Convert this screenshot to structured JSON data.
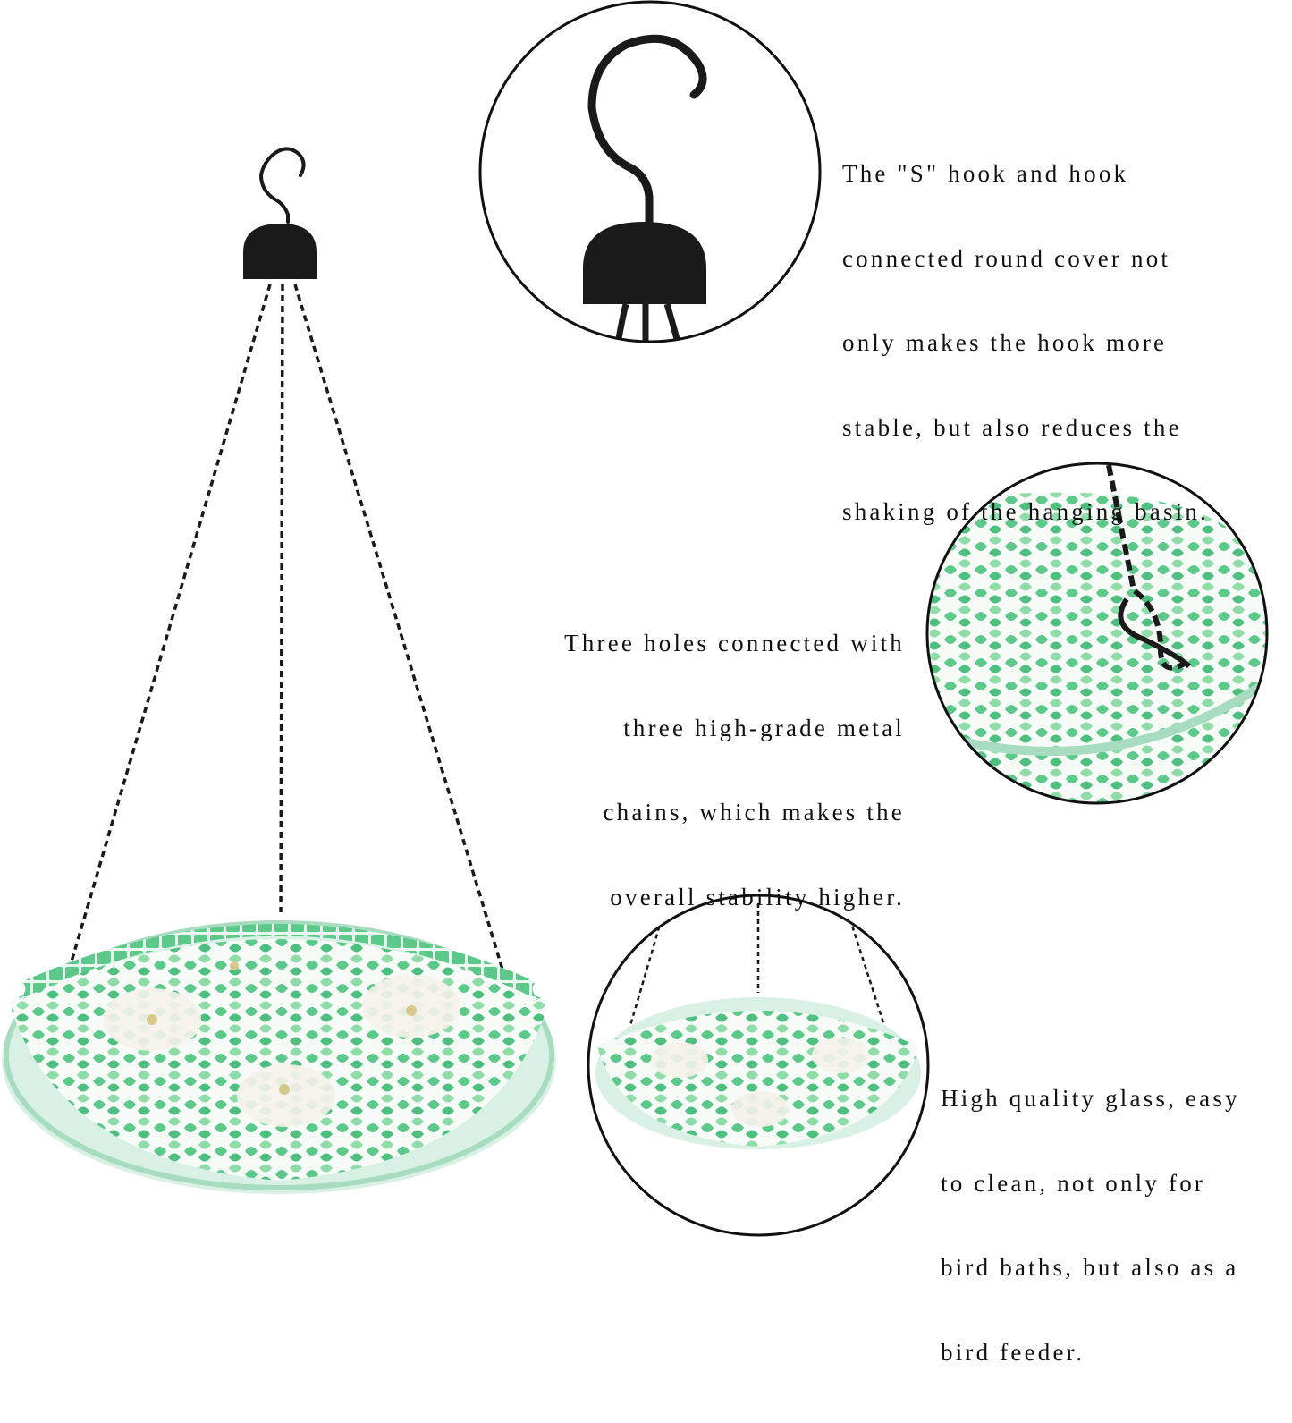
{
  "product": {
    "name": "Hanging mosaic glass bird bath",
    "colors": {
      "leaf_green": "#5cc98a",
      "leaf_light": "#a9e3b8",
      "glass_rim": "#cfeee0",
      "hardware": "#1a1a1a",
      "background": "#ffffff",
      "text": "#111111"
    }
  },
  "callouts": [
    {
      "id": "hook-cover",
      "lines": [
        "The \"S\" hook and hook",
        "connected round cover not",
        "only makes the hook more",
        "stable, but also reduces the",
        "shaking of the hanging basin."
      ]
    },
    {
      "id": "three-chains",
      "lines": [
        "Three holes connected with",
        "three high-grade metal",
        "chains, which makes the",
        "overall stability higher."
      ]
    },
    {
      "id": "glass-basin",
      "lines": [
        "High quality glass, easy",
        "to clean, not only for",
        "bird baths, but also as a",
        "bird feeder."
      ]
    }
  ],
  "detail_views": [
    {
      "id": "detail-s-hook",
      "subject": "S hook and round cover"
    },
    {
      "id": "detail-chain-hole",
      "subject": "chain hook through basin hole"
    },
    {
      "id": "detail-full-basin",
      "subject": "hanging basin overview"
    }
  ]
}
